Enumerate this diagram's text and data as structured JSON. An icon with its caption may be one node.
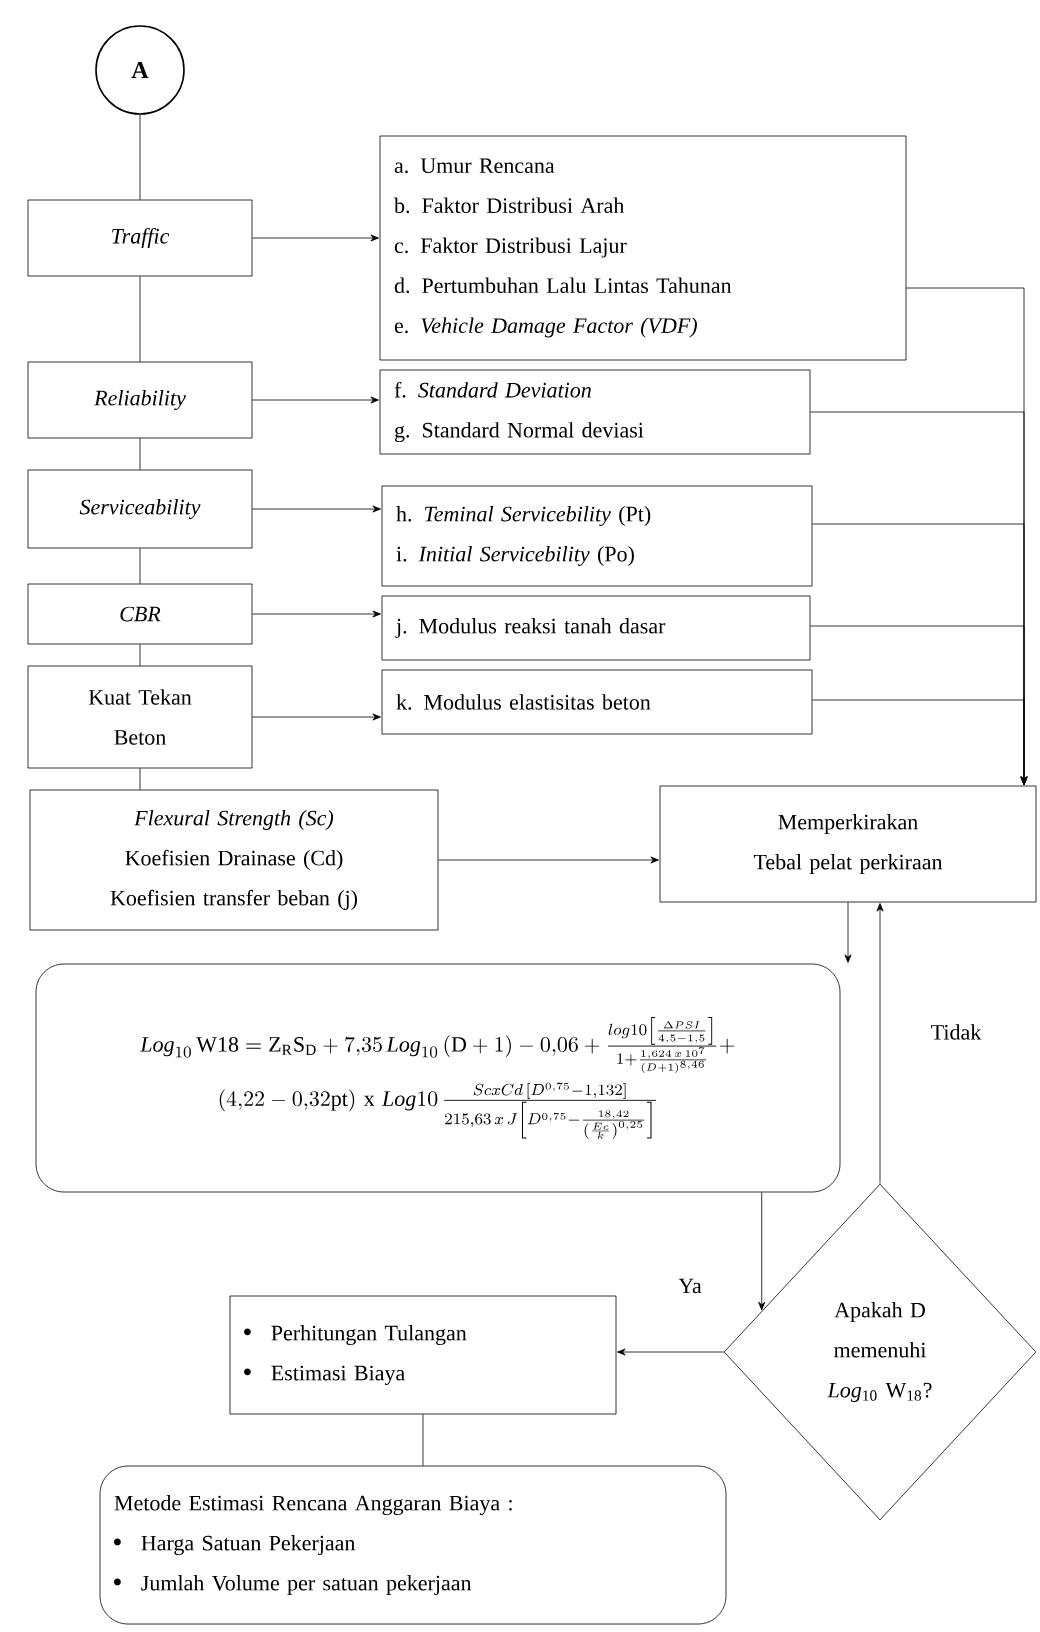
{
  "diagram": {
    "nodes": [
      {
        "text": [
          "A"
        ]
      },
      {
        "text": [
          "Traffic"
        ]
      },
      {
        "text": [
          "a. Umur Rencana",
          "b. Faktor Distribusi Arah",
          "c. Faktor Distribusi Lajur",
          "d. Pertumbuhan Lalu Lintas Tahunan",
          "e. *Vehicle Damage Factor (VDF)*"
        ]
      },
      {
        "text": [
          "Reliability"
        ]
      },
      {
        "text": [
          "f. *Standard Deviation*",
          "g. Standard Normal deviasi"
        ]
      },
      {
        "text": [
          "Serviceability"
        ]
      },
      {
        "text": [
          "h. *Teminal Servicebility* (Pt)",
          "i. *Initial Servicebility* (Po)"
        ]
      },
      {
        "text": [
          "CBR"
        ]
      },
      {
        "text": [
          "j. Modulus reaksi tanah dasar"
        ]
      },
      {
        "text": [
          "Kuat Tekan Beton"
        ]
      },
      {
        "text": [
          "k. Modulus elastisitas beton"
        ]
      },
      {
        "text": [
          "Flexural Strength (Sc)",
          "Koefisien Drainase (Cd)",
          "Koefisien transfer beban (j)"
        ]
      },
      {
        "text": [
          "Memperkirakan Tebal pelat perkiraan"
        ]
      },
      {
        "text": [
          "\\mathit{Log}_{10}\\,\\mathrm{W18} = \\mathrm{Z_R S_D} + 7{,}35\\,\\mathit{Log}_{10}\\,(\\mathrm{D}+1) - 0{,}06 + \\frac{log10\\left[\\frac{\\Delta PSI}{4{,}5-1{,}5}\\right]}{1+\\frac{1{,}624\\,x\\,10^7}{(D+1)^{8{,}46}}} +",
          "(4{,}22 - 0{,}32\\mathrm{pt})\\ \\mathrm{x}\\ \\mathit{Log}10\\,\\frac{ScxCd\\,[D^{0{,}75}-1{,}132]}{215{,}63\\,x\\,J\\left[D^{0{,}75}-\\frac{18{,}42}{\\left(\\frac{Ec}{k}\\right)^{0{,}25}}\\right]}"
        ]
      },
      {
        "text": [
          "Apakah D memenuhi *Log*$_{10}$ W$_{18}$?"
        ]
      },
      {
        "text": [
          "Perhitungan Tulangan",
          "Estimasi Biaya"
        ]
      },
      {
        "text": [
          "Metode Estimasi Rencana Anggaran Biaya :",
          "Harga Satuan Pekerjaan",
          "Jumlah Volume per satuan pekerjaan"
        ]
      }
    ],
    "edges": [
      {
        "from": 0,
        "to": 1,
        "arrow": "none"
      },
      {
        "from": 1,
        "to": 2,
        "arrow": "to"
      },
      {
        "from": 1,
        "to": 3,
        "arrow": "none"
      },
      {
        "from": 3,
        "to": 4,
        "arrow": "to"
      },
      {
        "from": 3,
        "to": 5,
        "arrow": "none"
      },
      {
        "from": 5,
        "to": 6,
        "arrow": "to"
      },
      {
        "from": 5,
        "to": 7,
        "arrow": "none"
      },
      {
        "from": 7,
        "to": 8,
        "arrow": "to"
      },
      {
        "from": 7,
        "to": 9,
        "arrow": "none"
      },
      {
        "from": 9,
        "to": 10,
        "arrow": "to"
      },
      {
        "from": 9,
        "to": 11,
        "arrow": "none"
      },
      {
        "from": 2,
        "to": 12,
        "arrow": "to"
      },
      {
        "from": 4,
        "to": 12,
        "arrow": "to"
      },
      {
        "from": 6,
        "to": 12,
        "arrow": "to"
      },
      {
        "from": 8,
        "to": 12,
        "arrow": "to"
      },
      {
        "from": 10,
        "to": 12,
        "arrow": "to"
      },
      {
        "from": 11,
        "to": 12,
        "arrow": "to"
      },
      {
        "from": 12,
        "to": 13,
        "arrow": "to"
      },
      {
        "from": 13,
        "to": 14,
        "arrow": "to"
      },
      {
        "from": 14,
        "to": 15,
        "arrow": "to",
        "label": "Ya"
      },
      {
        "from": 14,
        "to": 12,
        "arrow": "to",
        "label": "Tidak"
      },
      {
        "from": 15,
        "to": 16,
        "arrow": "none"
      }
    ]
  }
}
